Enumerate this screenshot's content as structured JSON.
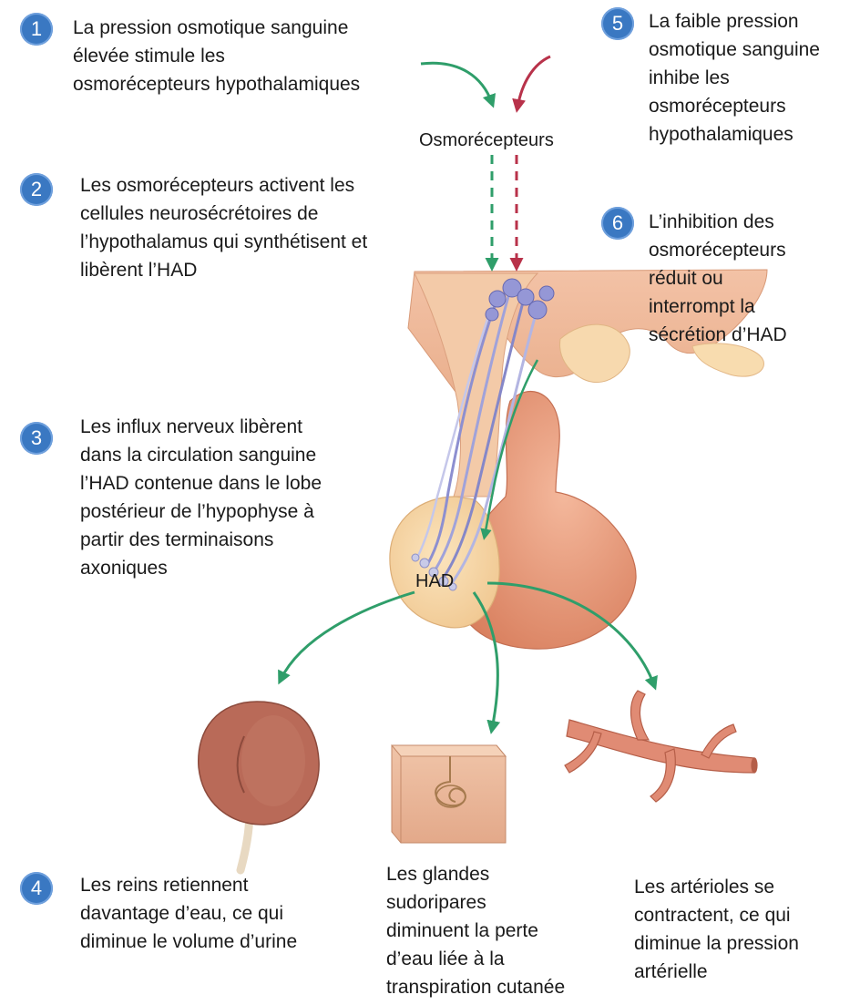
{
  "steps": [
    {
      "number": "1",
      "lines": [
        "La pression osmotique sanguine",
        "élevée stimule les",
        "osmorécepteurs hypothalamiques"
      ]
    },
    {
      "number": "2",
      "lines": [
        "Les osmorécepteurs activent les",
        "cellules neurosécrétoires de",
        "l’hypothalamus qui synthétisent et",
        "libèrent l’HAD"
      ]
    },
    {
      "number": "3",
      "lines": [
        "Les influx nerveux libèrent",
        "dans la circulation sanguine",
        "l’HAD contenue dans le lobe",
        "postérieur de l’hypophyse à",
        "partir des terminaisons",
        "axoniques"
      ]
    },
    {
      "number": "4",
      "lines": [
        "Les reins retiennent",
        "davantage d’eau, ce qui",
        "diminue le volume d’urine"
      ]
    },
    {
      "number": "5",
      "lines": [
        "La faible pression",
        "osmotique sanguine",
        "inhibe les",
        "osmorécepteurs",
        "hypothalamiques"
      ]
    },
    {
      "number": "6",
      "lines": [
        "L’inhibition des",
        "osmorécepteurs",
        "réduit ou",
        "interrompt la",
        "sécrétion d’HAD"
      ]
    }
  ],
  "effects": {
    "glands": [
      "Les glandes",
      "sudoripares",
      "diminuent la perte",
      "d’eau liée à la",
      "transpiration cutanée"
    ],
    "arterioles": [
      "Les artérioles se",
      "contractent, ce qui",
      "diminue la pression",
      "artérielle"
    ]
  },
  "labels": {
    "osmoreceptors": "Osmorécepteurs",
    "had": "HAD"
  },
  "colors": {
    "badge": "#3a78c2",
    "green_arrow": "#2f9e6a",
    "red_arrow": "#b8324a",
    "anterior_lobe": "#e69a7c",
    "posterior_lobe": "#f6d4a0"
  }
}
